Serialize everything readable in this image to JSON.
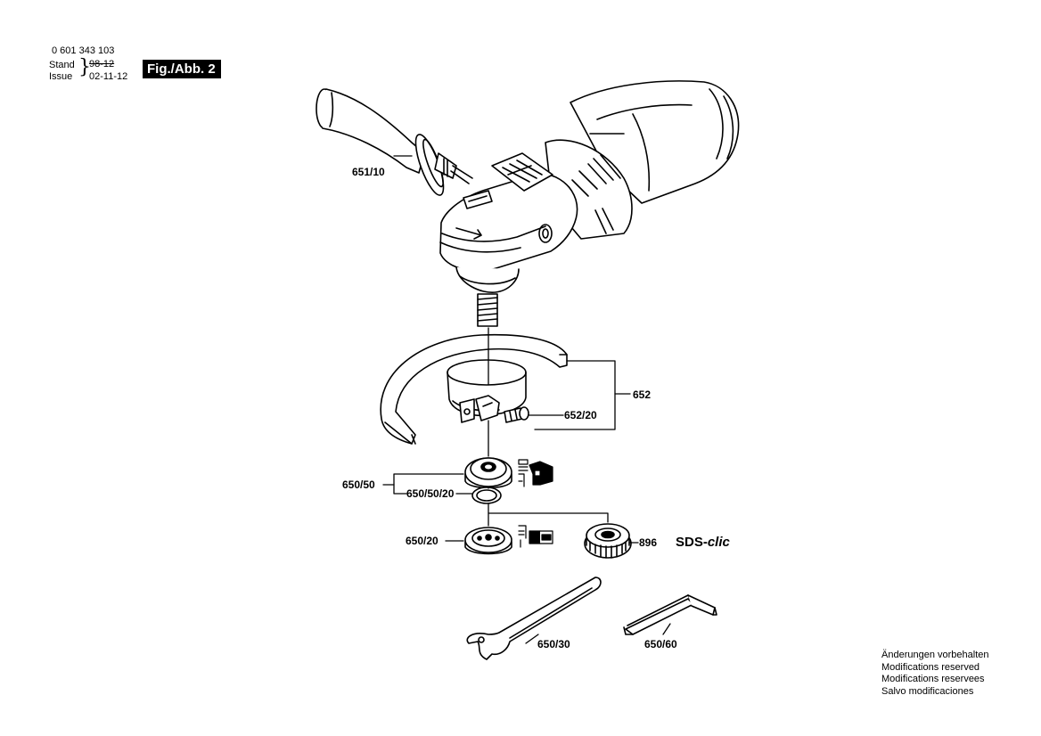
{
  "header": {
    "part_number": "0 601 343 103",
    "stand_label": "Stand",
    "issue_label": "Issue",
    "stand_old": "98-12",
    "issue_date": "02-11-12",
    "figure_badge": "Fig./Abb. 2"
  },
  "labels": {
    "handle": "651/10",
    "guard": "652",
    "guard_screw": "652/20",
    "flange_set": "650/50",
    "o_ring": "650/50/20",
    "clamping_nut": "650/20",
    "quick_nut": "896",
    "sds_prefix": "SDS-",
    "sds_suffix": "clic",
    "spanner": "650/30",
    "hex_key": "650/60"
  },
  "notes": [
    "Änderungen vorbehalten",
    "Modifications reserved",
    "Modifications reservees",
    "Salvo modificaciones"
  ]
}
